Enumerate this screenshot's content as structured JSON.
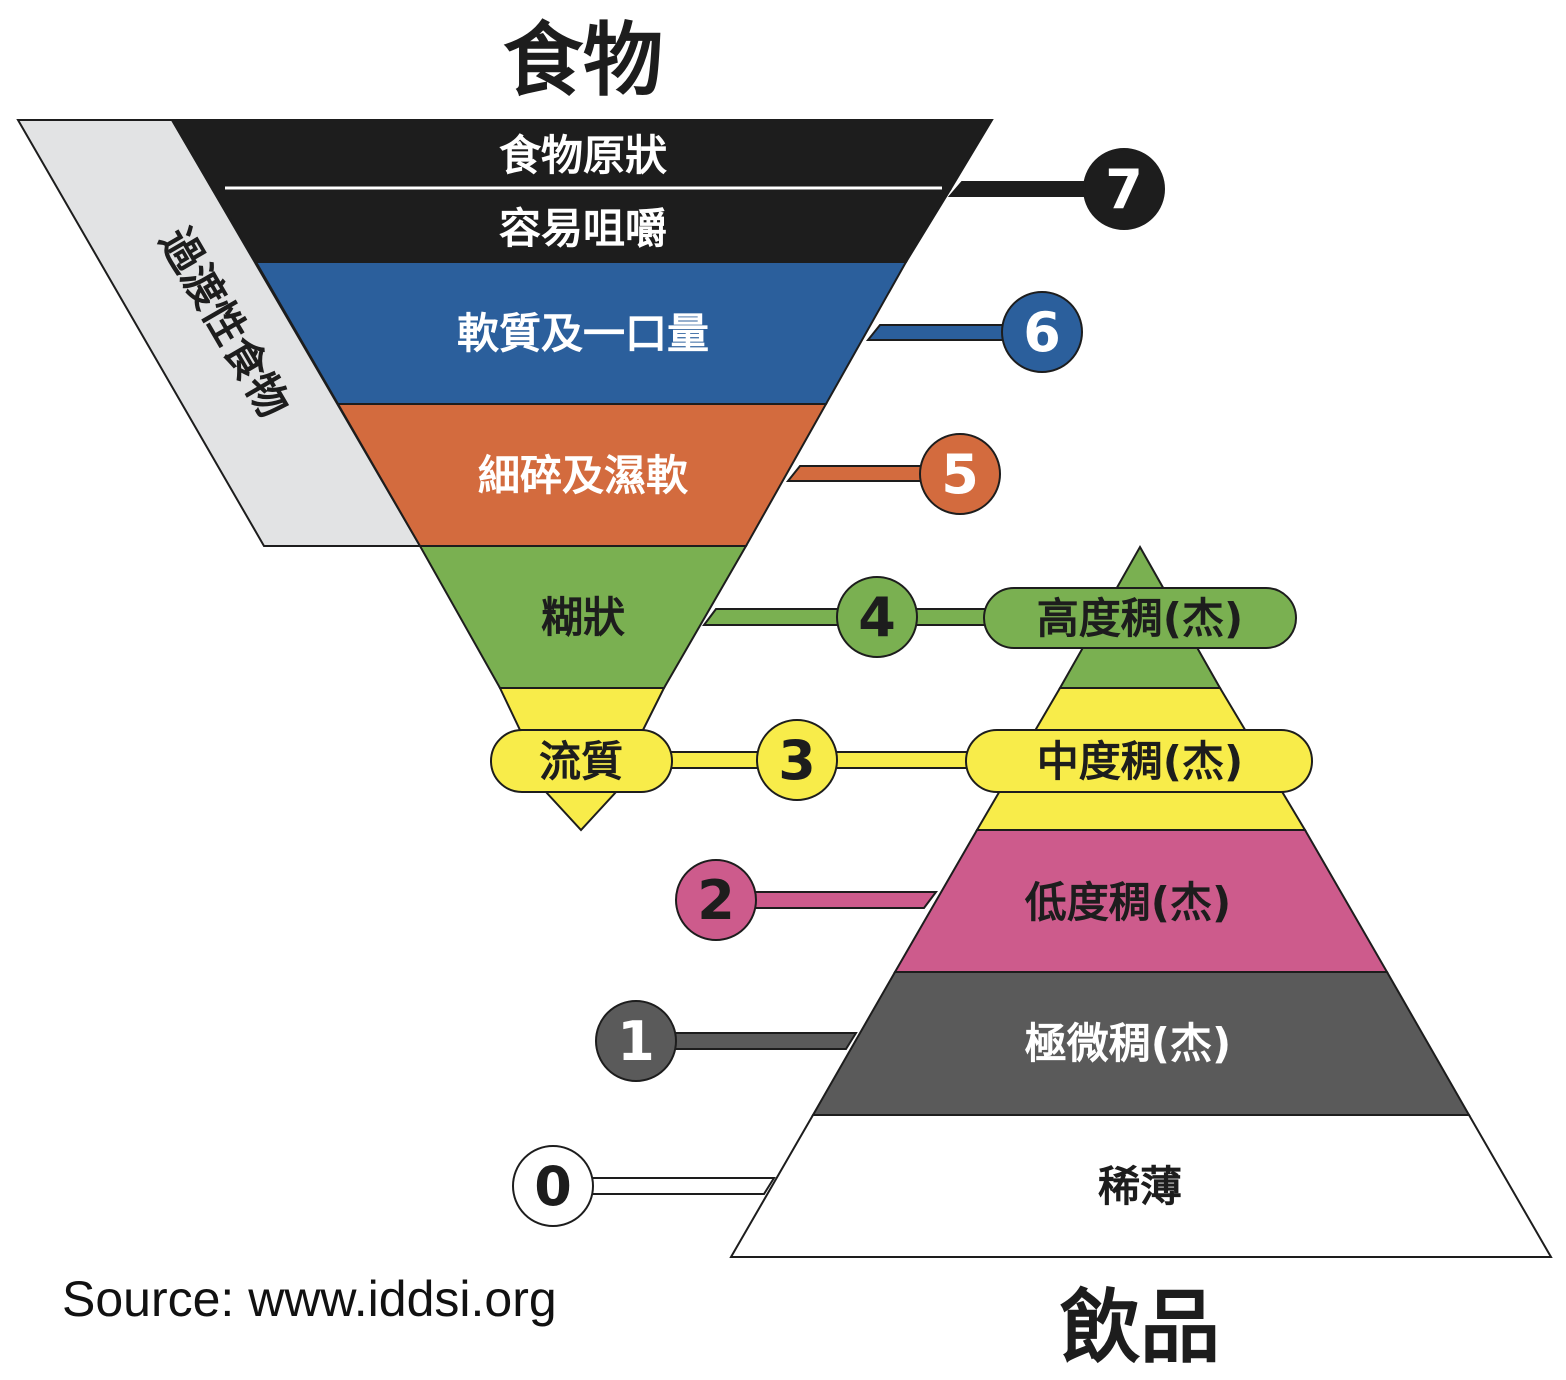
{
  "food_title": "食物",
  "drink_title": "飲品",
  "transition_label": "過渡性食物",
  "source": "Source: www.iddsi.org",
  "food_levels": [
    {
      "id": "food-7a",
      "label": "食物原狀",
      "color": "#1d1d1d",
      "text_color": "#ffffff"
    },
    {
      "id": "food-7b",
      "label": "容易咀嚼",
      "color": "#1d1d1d",
      "text_color": "#ffffff"
    },
    {
      "id": "food-6",
      "label": "軟質及一口量",
      "color": "#2b5f9c",
      "text_color": "#ffffff"
    },
    {
      "id": "food-5",
      "label": "細碎及濕軟",
      "color": "#d36b3e",
      "text_color": "#ffffff"
    },
    {
      "id": "food-4",
      "label": "糊狀",
      "color": "#7ab051",
      "text_color": "#1d1d1d"
    },
    {
      "id": "food-3",
      "label": "流質",
      "color": "#f8ec4a",
      "text_color": "#1d1d1d"
    }
  ],
  "drink_levels": [
    {
      "id": "drink-4",
      "label": "高度稠(杰)",
      "color": "#7ab051",
      "text_color": "#1d1d1d"
    },
    {
      "id": "drink-3",
      "label": "中度稠(杰)",
      "color": "#f8ec4a",
      "text_color": "#1d1d1d"
    },
    {
      "id": "drink-2",
      "label": "低度稠(杰)",
      "color": "#cd5b8c",
      "text_color": "#1d1d1d"
    },
    {
      "id": "drink-1",
      "label": "極微稠(杰)",
      "color": "#5a5a5a",
      "text_color": "#ffffff"
    },
    {
      "id": "drink-0",
      "label": "稀薄",
      "color": "#ffffff",
      "text_color": "#1d1d1d"
    }
  ],
  "badges": [
    {
      "label": "7",
      "color": "#1d1d1d",
      "text_color": "#ffffff"
    },
    {
      "label": "6",
      "color": "#2b5f9c",
      "text_color": "#ffffff"
    },
    {
      "label": "5",
      "color": "#d36b3e",
      "text_color": "#ffffff"
    },
    {
      "label": "4",
      "color": "#7ab051",
      "text_color": "#1d1d1d"
    },
    {
      "label": "3",
      "color": "#f8ec4a",
      "text_color": "#1d1d1d"
    },
    {
      "label": "2",
      "color": "#cd5b8c",
      "text_color": "#1d1d1d"
    },
    {
      "label": "1",
      "color": "#5a5a5a",
      "text_color": "#ffffff"
    },
    {
      "label": "0",
      "color": "#ffffff",
      "text_color": "#1d1d1d"
    }
  ],
  "transition_color": "#e2e3e4"
}
